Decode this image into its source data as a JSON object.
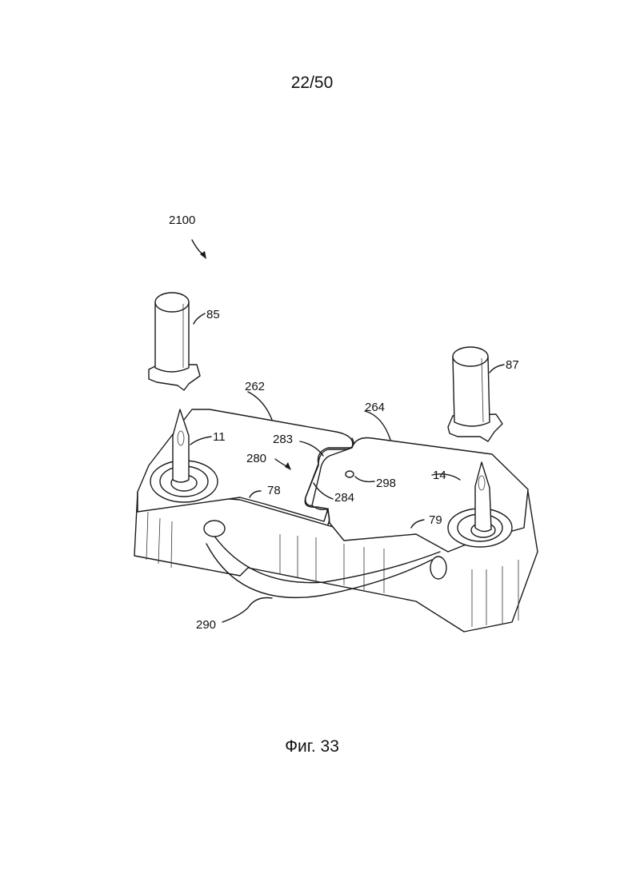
{
  "page": {
    "number": "22/50",
    "caption": "Фиг. 33"
  },
  "labels": {
    "assembly": "2100",
    "pin_left": "85",
    "pin_right": "87",
    "plate_left": "262",
    "plate_right": "264",
    "needle_left": "11",
    "needle_right": "14",
    "joint": "280",
    "joint_upper": "283",
    "joint_lower": "284",
    "hole": "298",
    "edge_left": "78",
    "edge_right": "79",
    "tube": "290"
  }
}
